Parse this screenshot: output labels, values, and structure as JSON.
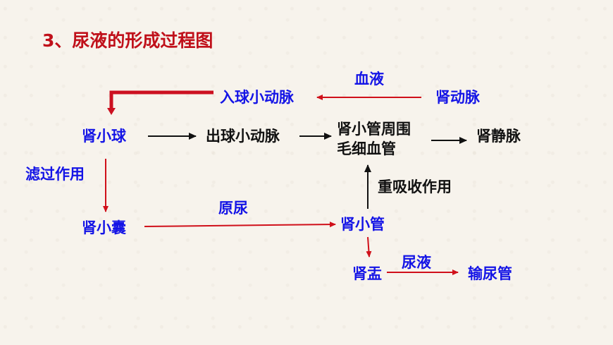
{
  "title": "3、尿液的形成过程图",
  "nodes": {
    "ru_qiu_xiao_dong_mai": "入球小动脉",
    "shen_dong_mai": "肾动脉",
    "shen_xiao_qiu": "肾小球",
    "chu_qiu_xiao_dong_mai": "出球小动脉",
    "mao_xi_xue_guan_line1": "肾小管周围",
    "mao_xi_xue_guan_line2": "毛细血管",
    "shen_jing_mai": "肾静脉",
    "shen_xiao_nang": "肾小囊",
    "shen_xiao_guan": "肾小管",
    "shen_yu": "肾盂",
    "shu_niao_guan": "输尿管"
  },
  "edge_labels": {
    "xue_ye": "血液",
    "lv_guo_zuo_yong": "滤过作用",
    "yuan_niao": "原尿",
    "chong_xi_shou_zuo_yong": "重吸收作用",
    "niao_ye": "尿液"
  },
  "colors": {
    "title": "#c0101a",
    "node_blue": "#1414e6",
    "node_black": "#111111",
    "arrow_red": "#d0101a",
    "arrow_black": "#111111",
    "background": "#f7f3ec"
  }
}
